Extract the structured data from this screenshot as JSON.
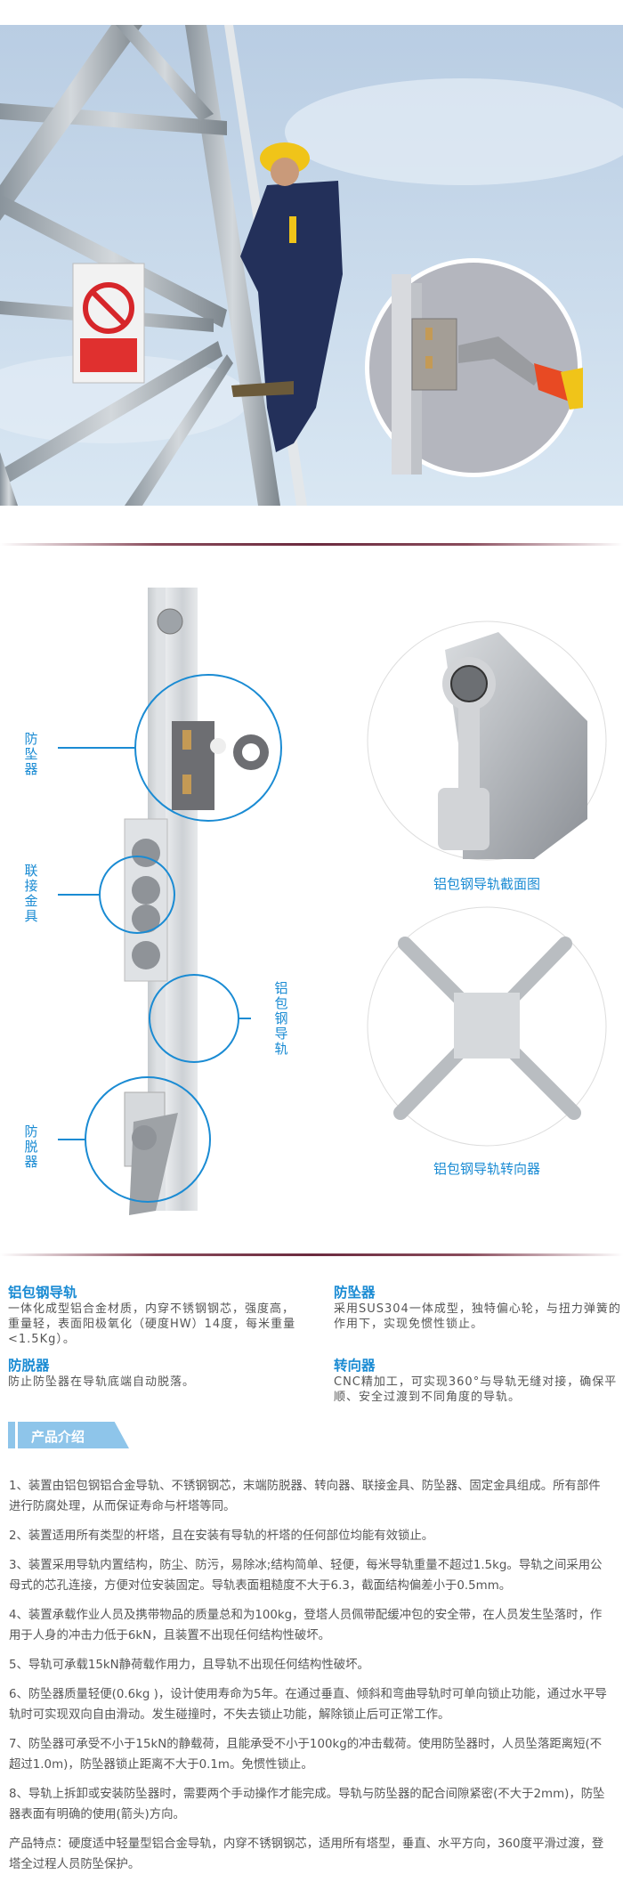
{
  "hero": {
    "inset_icon": "fall-arrester-closeup"
  },
  "diagram": {
    "labels": {
      "fall_arrester": "防坠器",
      "connector": "联接金具",
      "rail": "铝包钢导轨",
      "anti_release": "防脱器"
    },
    "captions": {
      "cross_section": "铝包钢导轨截面图",
      "turner": "铝包钢导轨转向器"
    }
  },
  "features": [
    {
      "title": "铝包钢导轨",
      "text": "一体化成型铝合金材质，内穿不锈钢钢芯，强度高，重量轻，表面阳极氧化（硬度HW）14度，每米重量<1.5Kg）。"
    },
    {
      "title": "防坠器",
      "text": "采用SUS304一体成型，独特偏心轮，与扭力弹簧的作用下，实现免惯性锁止。"
    },
    {
      "title": "防脱器",
      "text": "防止防坠器在导轨底端自动脱落。"
    },
    {
      "title": "转向器",
      "text": "CNC精加工，可实现360°与导轨无缝对接，确保平顺、安全过渡到不同角度的导轨。"
    }
  ],
  "intro": {
    "heading": "产品介绍",
    "items": [
      "1、装置由铝包钢铝合金导轨、不锈钢钢芯，末端防脱器、转向器、联接金具、防坠器、固定金具组成。所有部件进行防腐处理，从而保证寿命与杆塔等同。",
      "2、装置适用所有类型的杆塔，且在安装有导轨的杆塔的任何部位均能有效锁止。",
      "3、装置采用导轨内置结构，防尘、防污，易除冰;结构简单、轻便，每米导轨重量不超过1.5kg。导轨之间采用公母式的芯孔连接，方便对位安装固定。导轨表面粗糙度不大于6.3，截面结构偏差小于0.5mm。",
      "4、装置承载作业人员及携带物品的质量总和为100kg，登塔人员佩带配缓冲包的安全带，在人员发生坠落时，作用于人身的冲击力低于6kN，且装置不出现任何结构性破坏。",
      "5、导轨可承载15kN静荷载作用力，且导轨不出现任何结构性破坏。",
      "6、防坠器质量轻便(0.6kg )，设计使用寿命为5年。在通过垂直、倾斜和弯曲导轨时可单向锁止功能，通过水平导轨时可实现双向自由滑动。发生碰撞时，不失去锁止功能，解除锁止后可正常工作。",
      "7、防坠器可承受不小于15kN的静载荷，且能承受不小于100kg的冲击载荷。使用防坠器时，人员坠落距离短(不超过1.0m)，防坠器锁止距离不大于0.1m。免惯性锁止。",
      "8、导轨上拆卸或安装防坠器时，需要两个手动操作才能完成。导轨与防坠器的配合间隙紧密(不大于2mm)，防坠器表面有明确的使用(箭头)方向。",
      "产品特点：硬度适中轻量型铝合金导轨，内穿不锈钢钢芯，适用所有塔型，垂直、水平方向，360度平滑过渡，登塔全过程人员防坠保护。"
    ]
  },
  "colors": {
    "accent": "#1a8bd3",
    "banner": "#8ec5ea",
    "divider": "#6b2a3e"
  }
}
